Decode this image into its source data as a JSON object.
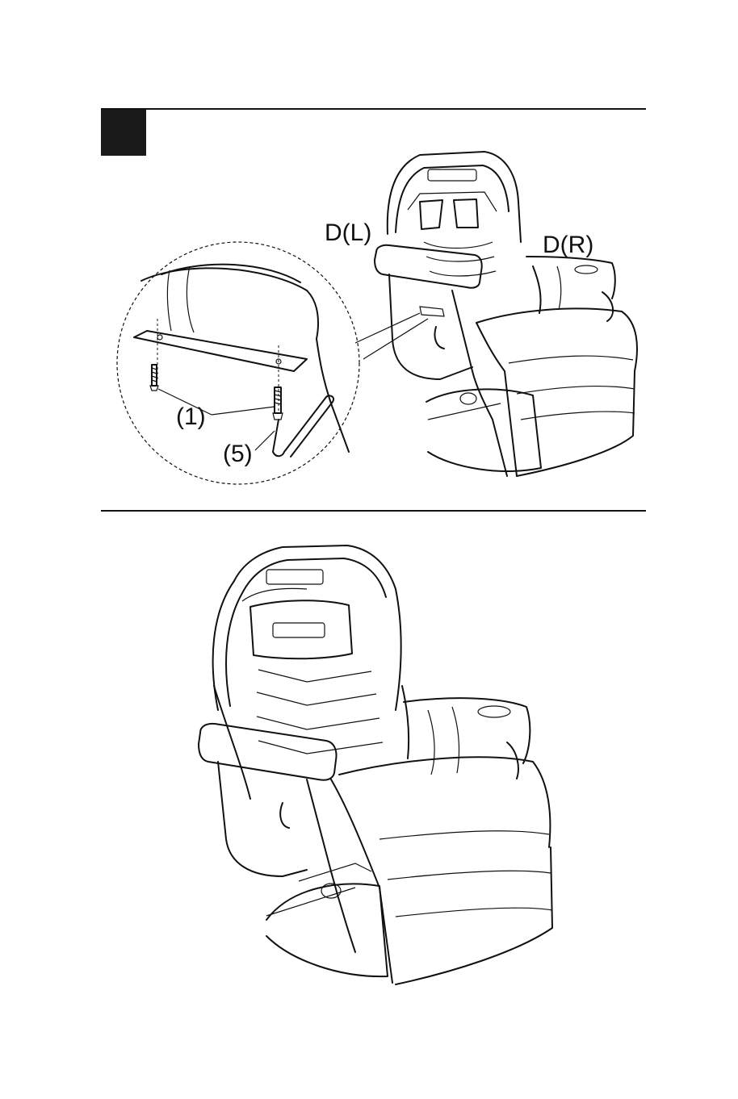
{
  "step": {
    "number": "",
    "labels": {
      "left_armrest": "D(L)",
      "right_armrest": "D(R)",
      "screw": "(1)",
      "wrench": "(5)"
    }
  },
  "figures": {
    "top_chair_brand": "",
    "final_chair_brand": ""
  }
}
